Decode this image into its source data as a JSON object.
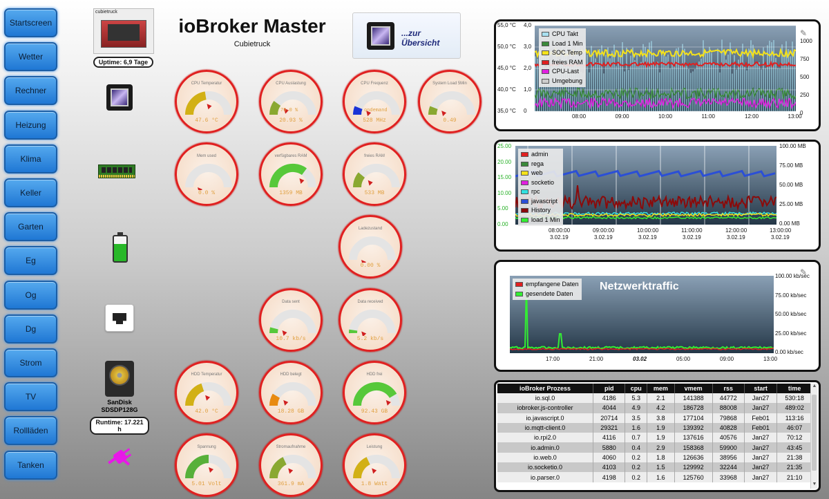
{
  "nav": [
    "Startscreen",
    "Wetter",
    "Rechner",
    "Heizung",
    "Klima",
    "Keller",
    "Garten",
    "Eg",
    "Og",
    "Dg",
    "Strom",
    "TV",
    "Rollläden",
    "Tanken"
  ],
  "header": {
    "title": "ioBroker Master",
    "subtitle": "Cubietruck",
    "overview_link": "...zur Übersicht"
  },
  "device": {
    "photo_label": "cubietruck",
    "uptime": "Uptime: 6,9 Tage",
    "disk_name_1": "SanDisk",
    "disk_name_2": "SDSDP128G",
    "runtime": "Runtime: 17.221 h"
  },
  "icons": {
    "cpu": "processor-chip-icon",
    "ram": "ram-module-icon",
    "battery": "battery-charging-icon",
    "network": "ethernet-port-icon",
    "hdd": "hard-disk-icon",
    "power": "power-plug-icon"
  },
  "gauges": [
    {
      "label": "CPU Temperatur",
      "value": "47.6 °C",
      "fill": 0.45,
      "color": "#d2b015"
    },
    {
      "label": "CPU Auslastung",
      "value": "20.93 %",
      "fill": 0.2,
      "color": "#8aa831",
      "extra": "70.0 %"
    },
    {
      "label": "CPU Frequenz",
      "value": "528 MHz",
      "fill": 0.12,
      "color": "#1b33d6",
      "extra": "ondemand"
    },
    {
      "label": "System Load 5Min",
      "value": "0.49",
      "fill": 0.12,
      "color": "#8aa831"
    },
    {
      "label": "Mem used",
      "value": "0.0 %",
      "fill": 0,
      "color": "#8aa831"
    },
    {
      "label": "verfügbares RAM",
      "value": "1359 MB",
      "fill": 0.7,
      "color": "#57c83a"
    },
    {
      "label": "freies RAM",
      "value": "533 MB",
      "fill": 0.22,
      "color": "#8aa831"
    },
    {
      "label": "Ladezustand",
      "value": "0.00 %",
      "fill": 0,
      "color": "#8aa831"
    },
    {
      "label": "Data sent",
      "value": "10.7 kb/s",
      "fill": 0.08,
      "color": "#57c83a"
    },
    {
      "label": "Data received",
      "value": "5.2 kb/s",
      "fill": 0.05,
      "color": "#57c83a"
    },
    {
      "label": "HDD Temperatur",
      "value": "42.0 °C",
      "fill": 0.4,
      "color": "#d2b015"
    },
    {
      "label": "HDD belegt",
      "value": "18.28 GB",
      "fill": 0.17,
      "color": "#e88a10"
    },
    {
      "label": "HDD frei",
      "value": "92.43 GB",
      "fill": 0.83,
      "color": "#57c83a"
    },
    {
      "label": "Spannung",
      "value": "5.01 Volt",
      "fill": 0.5,
      "color": "#57b03a"
    },
    {
      "label": "Stromaufnahme",
      "value": "361.9 mA",
      "fill": 0.36,
      "color": "#8aa831"
    },
    {
      "label": "Leistung",
      "value": "1.8 Watt",
      "fill": 0.36,
      "color": "#d2b015"
    }
  ],
  "chart1": {
    "left_ticks_temp": [
      "55,0 °C",
      "50,0 °C",
      "45,0 °C",
      "40,0 °C",
      "35,0 °C"
    ],
    "left_ticks_load": [
      "4,0",
      "3,0",
      "2,0",
      "1,0",
      "0"
    ],
    "right_ticks": [
      "1000",
      "750",
      "500",
      "250",
      "0"
    ],
    "x_ticks": [
      "08:00",
      "09:00",
      "10:00",
      "11:00",
      "12:00",
      "13:00"
    ],
    "legend": [
      {
        "name": "CPU Takt",
        "color": "#a8e0f0"
      },
      {
        "name": "Load 1 Min",
        "color": "#3a8a3a"
      },
      {
        "name": "SOC Temp",
        "color": "#f5e21a"
      },
      {
        "name": "freies RAM",
        "color": "#e02020"
      },
      {
        "name": "CPU-Last",
        "color": "#e020e0"
      },
      {
        "name": "Umgebung",
        "color": "#cccccc"
      }
    ]
  },
  "chart2": {
    "left_ticks": [
      "25.00",
      "20.00",
      "15.00",
      "10.00",
      "5.00",
      "0.00"
    ],
    "right_ticks": [
      "100.00 MB",
      "75.00 MB",
      "50.00 MB",
      "25.00 MB",
      "0.00 MB"
    ],
    "x_ticks": [
      "08:00:00",
      "09:00:00",
      "10:00:00",
      "11:00:00",
      "12:00:00",
      "13:00:00"
    ],
    "x_date": "3.02.19",
    "legend": [
      {
        "name": "admin",
        "color": "#e02020"
      },
      {
        "name": "rega",
        "color": "#3a8a3a"
      },
      {
        "name": "web",
        "color": "#f5e21a"
      },
      {
        "name": "socketio",
        "color": "#e020e0"
      },
      {
        "name": "rpc",
        "color": "#33e0e0"
      },
      {
        "name": "javascript",
        "color": "#2b4fd6"
      },
      {
        "name": "History",
        "color": "#8b0a0a"
      },
      {
        "name": "load 1 Min",
        "color": "#33ee33"
      }
    ]
  },
  "chart3": {
    "title": "Netzwerktraffic",
    "right_ticks": [
      "100.00 kb/sec",
      "75.00 kb/sec",
      "50.00 kb/sec",
      "25.00 kb/sec",
      "0.00 kb/sec"
    ],
    "x_ticks": [
      "17:00",
      "21:00",
      "03.02",
      "05:00",
      "09:00",
      "13:00"
    ],
    "legend": [
      {
        "name": "empfangene Daten",
        "color": "#e02020"
      },
      {
        "name": "gesendete Daten",
        "color": "#33ee33"
      }
    ]
  },
  "process_table": {
    "headers": [
      "ioBroker Prozess",
      "pid",
      "cpu",
      "mem",
      "vmem",
      "rss",
      "start",
      "time"
    ],
    "rows": [
      [
        "io.sql.0",
        "4186",
        "5.3",
        "2.1",
        "141388",
        "44772",
        "Jan27",
        "530:18"
      ],
      [
        "iobroker.js-controller",
        "4044",
        "4.9",
        "4.2",
        "186728",
        "88008",
        "Jan27",
        "489:02"
      ],
      [
        "io.javascript.0",
        "20714",
        "3.5",
        "3.8",
        "177104",
        "79868",
        "Feb01",
        "113:16"
      ],
      [
        "io.mqtt-client.0",
        "29321",
        "1.6",
        "1.9",
        "139392",
        "40828",
        "Feb01",
        "46:07"
      ],
      [
        "io.rpi2.0",
        "4116",
        "0.7",
        "1.9",
        "137616",
        "40576",
        "Jan27",
        "70:12"
      ],
      [
        "io.admin.0",
        "5880",
        "0.4",
        "2.9",
        "158368",
        "59900",
        "Jan27",
        "43:45"
      ],
      [
        "io.web.0",
        "4060",
        "0.2",
        "1.8",
        "126636",
        "38956",
        "Jan27",
        "21:38"
      ],
      [
        "io.socketio.0",
        "4103",
        "0.2",
        "1.5",
        "129992",
        "32244",
        "Jan27",
        "21:35"
      ],
      [
        "io.parser.0",
        "4198",
        "0.2",
        "1.6",
        "125760",
        "33968",
        "Jan27",
        "21:10"
      ]
    ]
  }
}
